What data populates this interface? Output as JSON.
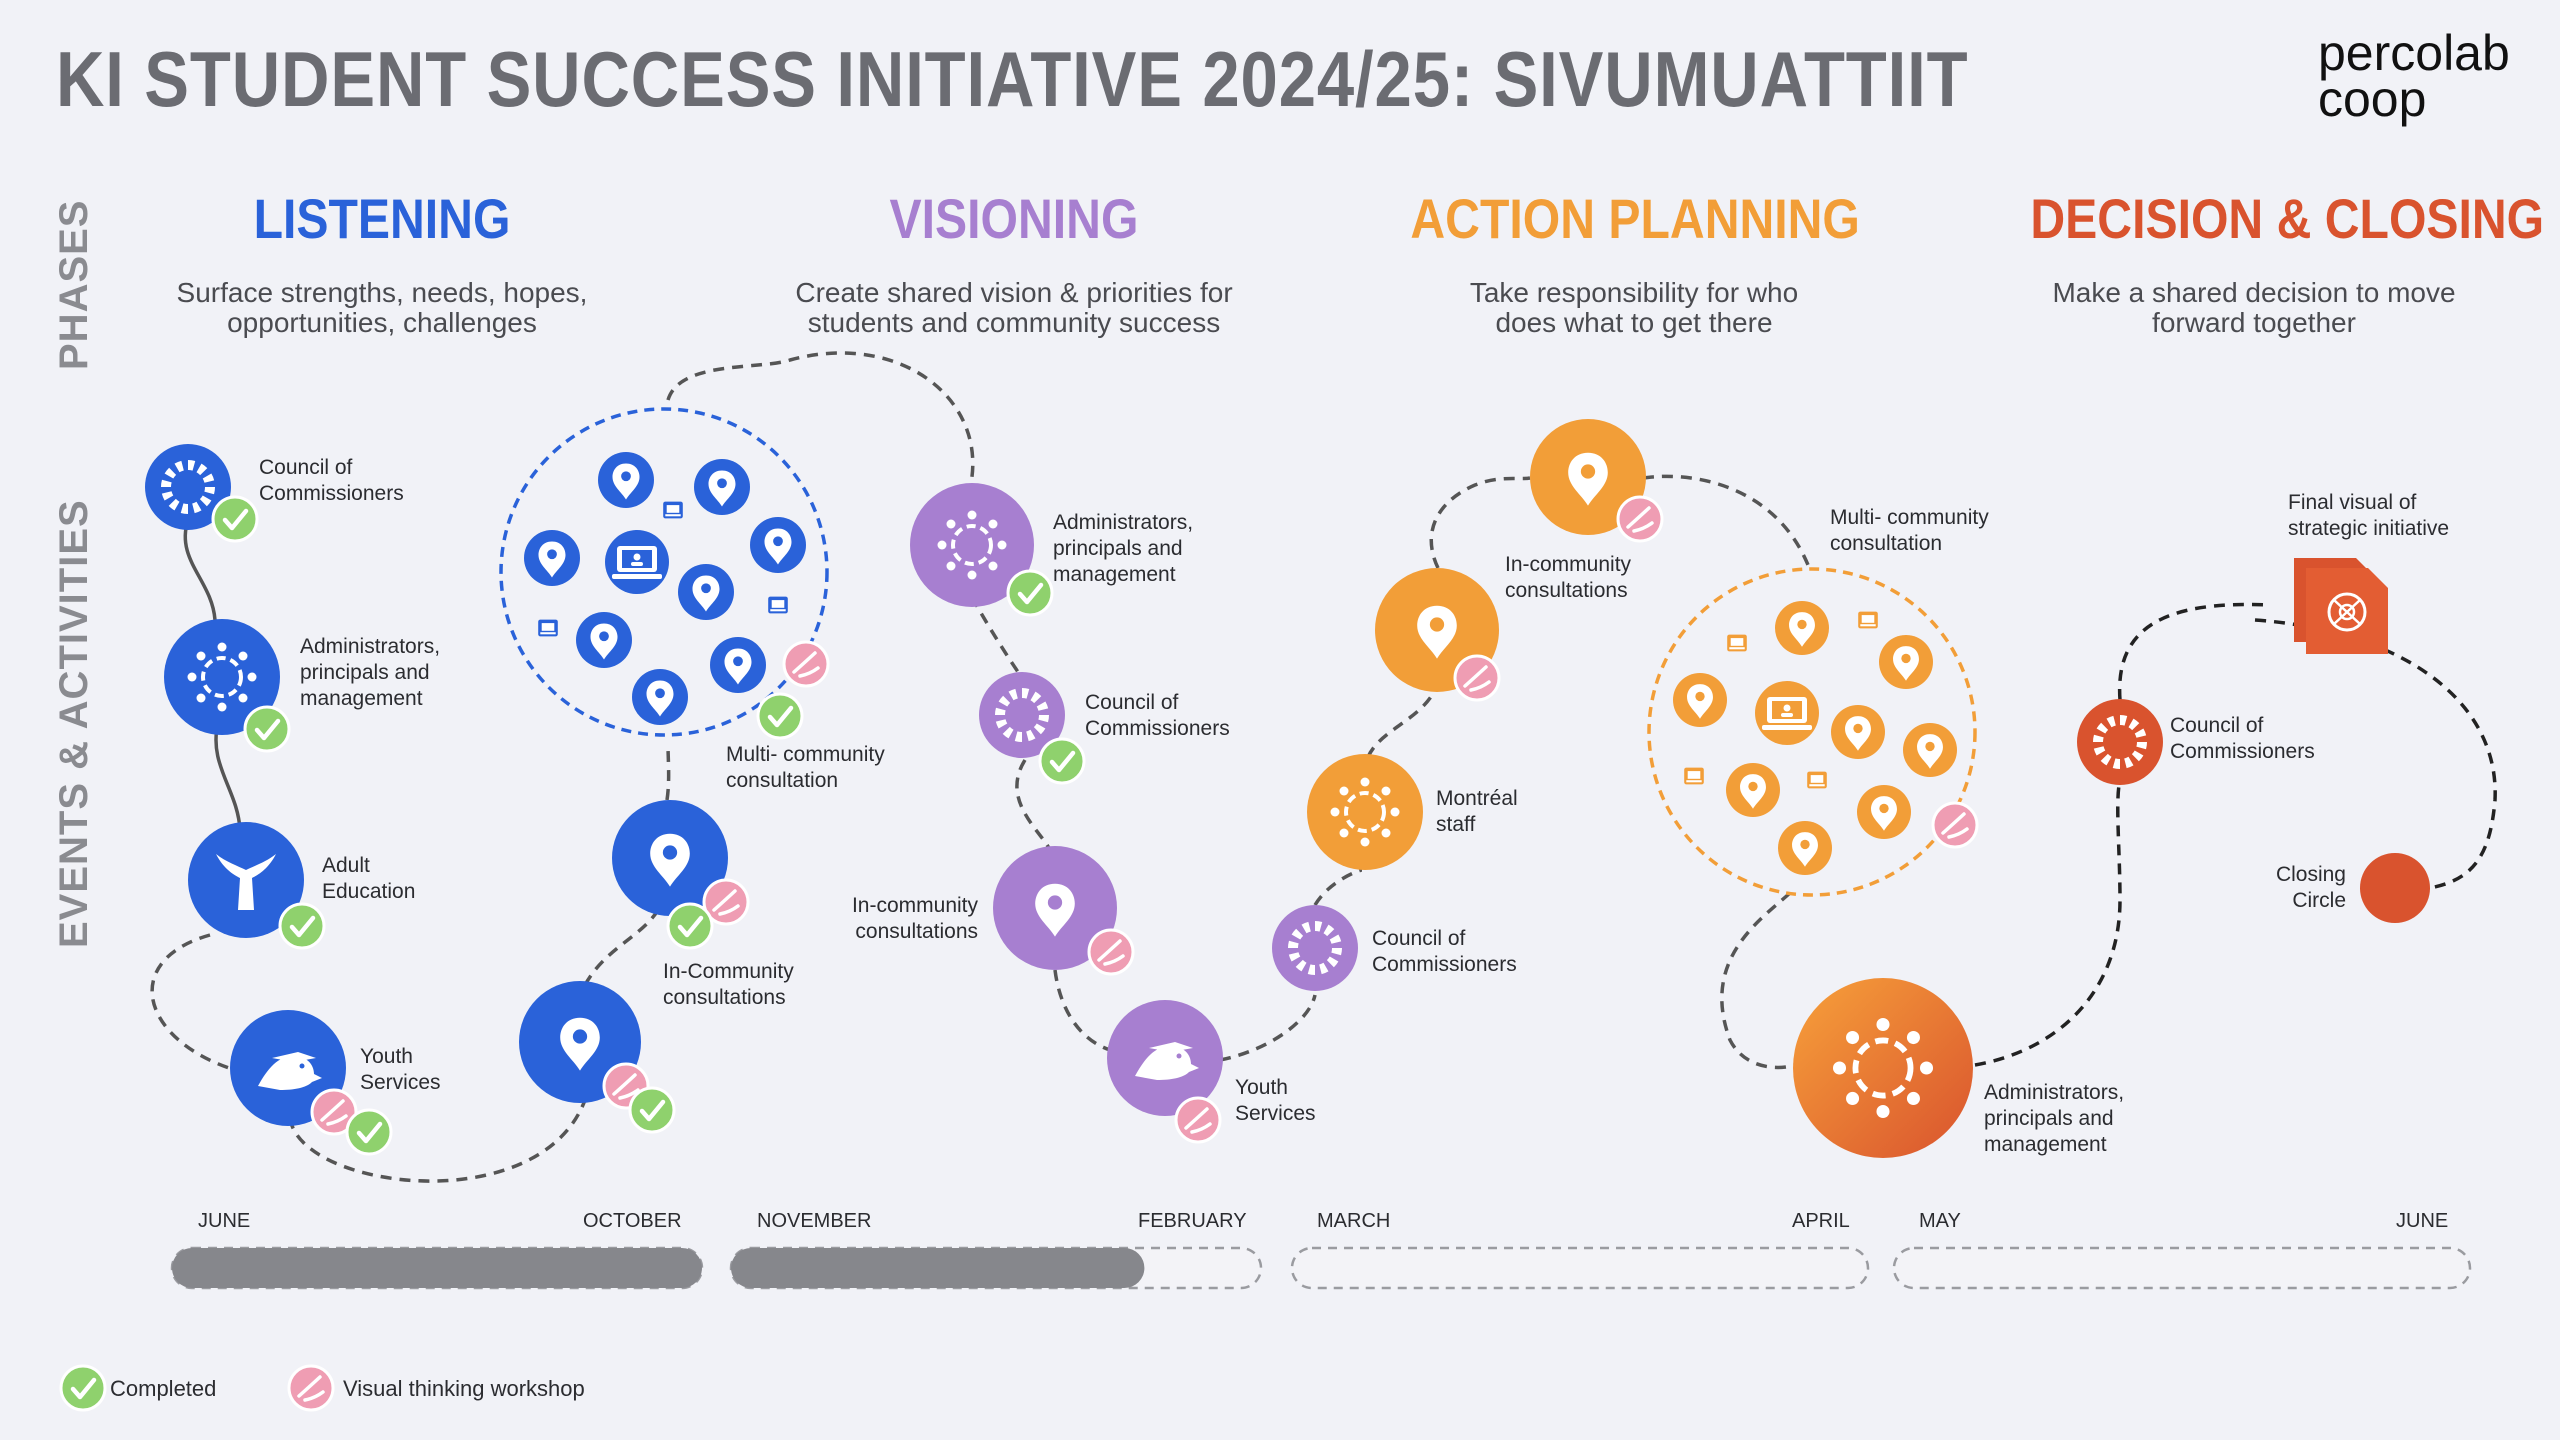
{
  "header": {
    "title": "KI STUDENT SUCCESS INITIATIVE 2024/25: SIVUMUATTIIT",
    "logo_line1": "percolab",
    "logo_line2": "coop"
  },
  "side_labels": {
    "phases": "PHASES",
    "events": "EVENTS & ACTIVITIES"
  },
  "colors": {
    "listening": "#2a62d9",
    "visioning": "#a77fd0",
    "action": "#f29e38",
    "decision": "#d9532e",
    "completed": "#8fd16d",
    "workshop": "#ef9db3",
    "timeline_done": "#86878c"
  },
  "phases": [
    {
      "title": "LISTENING",
      "desc1": "Surface strengths, needs, hopes,",
      "desc2": "opportunities, challenges"
    },
    {
      "title": "VISIONING",
      "desc1": "Create shared vision & priorities for",
      "desc2": "students and community success"
    },
    {
      "title": "ACTION PLANNING",
      "desc1": "Take responsibility for who",
      "desc2": "does what to get there"
    },
    {
      "title": "DECISION & CLOSING",
      "desc1": "Make a shared decision to move",
      "desc2": "forward together"
    }
  ],
  "events": {
    "l_council": {
      "line1": "Council of",
      "line2": "Commissioners",
      "icon": "circle-of-dots-icon",
      "status": "completed"
    },
    "l_admin": {
      "line1": "Administrators,",
      "line2": "principals and",
      "line3": "management",
      "icon": "people-circle-icon",
      "status": "completed"
    },
    "l_adult": {
      "line1": "Adult",
      "line2": "Education",
      "icon": "whale-tail-icon",
      "status": "completed"
    },
    "l_youth": {
      "line1": "Youth",
      "line2": "Services",
      "icon": "seal-icon",
      "status": "workshop-completed"
    },
    "l_multi": {
      "line1": "Multi- community",
      "line2": "consultation",
      "icon": "location-pins-cluster-icon",
      "status": "workshop-completed"
    },
    "l_incomm": {
      "line1": "In-Community",
      "line2": "consultations",
      "icon": "location-pin-icon",
      "status": "workshop-completed"
    },
    "v_admin": {
      "line1": "Administrators,",
      "line2": "principals and",
      "line3": "management",
      "icon": "people-circle-icon",
      "status": "completed"
    },
    "v_council": {
      "line1": "Council of",
      "line2": "Commissioners",
      "icon": "circle-of-dots-icon",
      "status": "completed"
    },
    "v_incomm": {
      "line1": "In-community",
      "line2": "consultations",
      "icon": "location-pin-icon",
      "status": "workshop"
    },
    "v_youth": {
      "line1": "Youth",
      "line2": "Services",
      "icon": "seal-icon",
      "status": "workshop"
    },
    "a_incomm": {
      "line1": "In-community",
      "line2": "consultations",
      "icon": "location-pin-icon",
      "status": "workshop"
    },
    "a_montreal": {
      "line1": "Montréal",
      "line2": "staff",
      "icon": "people-circle-icon",
      "status": "none"
    },
    "a_council": {
      "line1": "Council of",
      "line2": "Commissioners",
      "icon": "circle-of-dots-icon",
      "status": "none"
    },
    "a_multi": {
      "line1": "Multi- community",
      "line2": "consultation",
      "icon": "location-pins-cluster-icon",
      "status": "workshop"
    },
    "d_admin": {
      "line1": "Administrators,",
      "line2": "principals and",
      "line3": "management",
      "icon": "people-circle-icon",
      "status": "none"
    },
    "d_final": {
      "line1": "Final visual of",
      "line2": "strategic initiative",
      "icon": "document-icon",
      "status": "none"
    },
    "d_council": {
      "line1": "Council of",
      "line2": "Commissioners",
      "icon": "circle-of-dots-icon",
      "status": "none"
    },
    "d_closing": {
      "line1": "Closing",
      "line2": "Circle",
      "icon": "filled-circle-icon",
      "status": "none"
    }
  },
  "timeline": {
    "months": [
      "JUNE",
      "OCTOBER",
      "NOVEMBER",
      "FEBRUARY",
      "MARCH",
      "APRIL",
      "MAY",
      "JUNE"
    ],
    "segments": [
      {
        "phase": "listening",
        "progress": 1.0
      },
      {
        "phase": "visioning",
        "progress": 0.78
      },
      {
        "phase": "action",
        "progress": 0.0
      },
      {
        "phase": "decision",
        "progress": 0.0
      }
    ]
  },
  "legend": {
    "completed": "Completed",
    "workshop": "Visual thinking workshop"
  }
}
